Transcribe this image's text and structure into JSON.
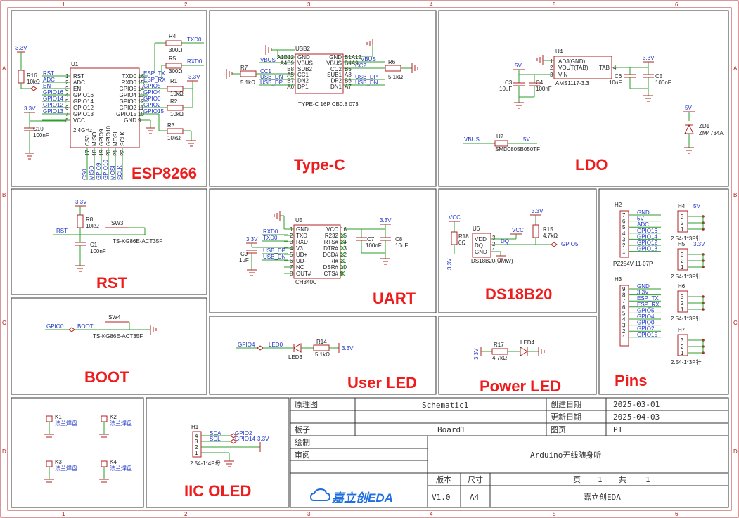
{
  "colors": {
    "border": "#b03030",
    "wire": "#2e9e2e",
    "net_label": "#1f35c8",
    "title_text": "#ee1c1c",
    "component": "#b02020",
    "text": "#222222"
  },
  "grid": {
    "columns": [
      "1",
      "2",
      "3",
      "4",
      "5",
      "6"
    ],
    "rows": [
      "A",
      "B",
      "C",
      "D"
    ]
  },
  "sections": {
    "esp8266": {
      "title": "ESP8266",
      "u1": "U1",
      "left_pins": [
        "RST",
        "ADC",
        "EN",
        "GPIO16",
        "GPIO14",
        "GPIO12",
        "GPIO13",
        "VCC"
      ],
      "left_nums": [
        "1",
        "2",
        "3",
        "4",
        "5",
        "6",
        "7",
        "8"
      ],
      "right_pins": [
        "TXD0",
        "RXD0",
        "GPIO5",
        "GPIO4",
        "GPIO0",
        "GPIO2",
        "GPIO15",
        "GND"
      ],
      "right_nums": [
        "16",
        "15",
        "14",
        "13",
        "12",
        "11",
        "10",
        "9"
      ],
      "bottom_pins": [
        "CS0",
        "MISO",
        "GPIO9",
        "GPIO10",
        "MOSI",
        "SCLK"
      ],
      "bottom_nums": [
        "17",
        "18",
        "19",
        "20",
        "21",
        "22"
      ],
      "freq": "2.4GHz",
      "left_nets": [
        "RST",
        "ADC",
        "EN",
        "GPIO16",
        "GPIO14",
        "GPIO12",
        "GPIO13"
      ],
      "right_nets": [
        "ESP_TX",
        "ESP_RX",
        "GPIO5",
        "GPIO4",
        "GPIO0",
        "GPIO2",
        "GPIO15"
      ],
      "bottom_nets": [
        "CS0",
        "MISO",
        "GPIO9",
        "GPIO10",
        "MOSI",
        "SCLK"
      ],
      "r4": "R4",
      "r4v": "300Ω",
      "txd0": "TXD0",
      "r5": "R5",
      "r5v": "300Ω",
      "rxd0": "RXD0",
      "r1": "R1",
      "r1v": "10kΩ",
      "r2": "R2",
      "r2v": "10kΩ",
      "r3": "R3",
      "r3v": "10kΩ",
      "r16": "R16",
      "r16v": "10kΩ",
      "c10": "C10",
      "c10v": "100nF",
      "v33": "3.3V"
    },
    "typec": {
      "title": "Type-C",
      "usb": "USB2",
      "left_pins": [
        "GND",
        "VBUS",
        "SUB2",
        "CC1",
        "DN2",
        "DP1"
      ],
      "left_nums": [
        "A1B12",
        "A4B9",
        "B8",
        "A5",
        "B7",
        "A6"
      ],
      "right_pins": [
        "GND",
        "VBUS",
        "CC2",
        "SUB1",
        "DP2",
        "DN1"
      ],
      "right_nums": [
        "B1A12",
        "B4A9",
        "B5",
        "A8",
        "B6",
        "A7"
      ],
      "left_nets": [
        "VBUS",
        "CC1",
        "USB_DN",
        "USB_DP"
      ],
      "right_nets": [
        "VBUS",
        "CC2",
        "USB_DP",
        "USB_DN"
      ],
      "r7": "R7",
      "r7v": "5.1kΩ",
      "r6": "R6",
      "r6v": "5.1kΩ",
      "part": "TYPE-C 16P CB0.8 073"
    },
    "ldo": {
      "title": "LDO",
      "u4": "U4",
      "pins": [
        "ADJ(GND)",
        "VOUT(TAB)",
        "VIN",
        "TAB"
      ],
      "nums": [
        "1",
        "2",
        "3",
        "4"
      ],
      "part": "AMS1117-3.3",
      "v5": "5V",
      "v33": "3.3V",
      "c3": "C3",
      "c3v": "10uF",
      "c4": "C4",
      "c4v": "100nF",
      "c6": "C6",
      "c6v": "10uF",
      "c5": "C5",
      "c5v": "100nF",
      "vbus": "VBUS",
      "u7": "U7",
      "u7part": "SMD0805B050TF",
      "zd1": "ZD1",
      "zd1part": "ZM4734A"
    },
    "rst": {
      "title": "RST",
      "v33": "3.3V",
      "r8": "R8",
      "r8v": "10kΩ",
      "sw": "SW3",
      "part": "TS-KG86E-ACT35F",
      "net": "RST",
      "c1": "C1",
      "c1v": "100nF"
    },
    "uart": {
      "title": "UART",
      "u5": "U5",
      "left_pins": [
        "GND",
        "TXD",
        "RXD",
        "V3",
        "UD+",
        "UD-",
        "NC",
        "OUT#"
      ],
      "left_nums": [
        "1",
        "2",
        "3",
        "4",
        "5",
        "6",
        "7",
        "8"
      ],
      "right_pins": [
        "VCC",
        "R232",
        "RTS#",
        "DTR#",
        "DCD#",
        "RI#",
        "DSR#",
        "CTS#"
      ],
      "right_nums": [
        "16",
        "15",
        "14",
        "13",
        "12",
        "11",
        "10",
        "9"
      ],
      "nets": [
        "RXD0",
        "TXD0",
        "USB_DP",
        "USB_DN"
      ],
      "v33a": "3.3V",
      "v33b": "3.3V",
      "c9": "C9",
      "c9v": "1uF",
      "c7": "C7",
      "c7v": "100nF",
      "c8": "C8",
      "c8v": "10uF",
      "part": "CH340C"
    },
    "ds18b20": {
      "title": "DS18B20",
      "vcc": "VCC",
      "vcc2": "VCC",
      "v33": "3.3V",
      "v33b": "3.3V",
      "r18": "R18",
      "r18v": "0Ω",
      "u6": "U6",
      "pins": [
        "VDD",
        "DQ",
        "GND"
      ],
      "nums": [
        "3",
        "2",
        "1"
      ],
      "part": "DS18B20(UMW)",
      "r15": "R15",
      "r15v": "4.7kΩ",
      "dq": "DQ",
      "gpio": "GPIO5"
    },
    "pins": {
      "title": "Pins",
      "h2": "H2",
      "h2_nums": [
        "7",
        "6",
        "5",
        "4",
        "3",
        "2",
        "1"
      ],
      "h2_nets": [
        "GND",
        "5V",
        "ADC",
        "GPIO16",
        "GPIO14",
        "GPIO12",
        "GPIO13"
      ],
      "h2_part": "PZ254V-11-07P",
      "h3": "H3",
      "h3_nums": [
        "9",
        "8",
        "7",
        "6",
        "5",
        "4",
        "3",
        "2",
        "1"
      ],
      "h3_nets": [
        "GND",
        "3.3V",
        "ESP_TX",
        "ESP_RX",
        "GPIO5",
        "GPIO4",
        "GPIO0",
        "GPIO2",
        "GPIO15"
      ],
      "h4": "H4",
      "h5": "H5",
      "h6": "H6",
      "h7": "H7",
      "h4v": "5V",
      "h5v": "3.3V",
      "hpart": "2.54-1*3P针",
      "hnums": [
        "3",
        "2",
        "1"
      ]
    },
    "boot": {
      "title": "BOOT",
      "gpio": "GPIO0",
      "net": "BOOT",
      "sw": "SW4",
      "part": "TS-KG86E-ACT35F"
    },
    "userled": {
      "title": "User LED",
      "gpio": "GPIO4",
      "net": "LED0",
      "led": "LED3",
      "r": "R14",
      "rv": "5.1kΩ",
      "v33": "3.3V"
    },
    "powerled": {
      "title": "Power LED",
      "v33": "3.3V",
      "r": "R17",
      "rv": "4.7kΩ",
      "led": "LED4"
    },
    "mount": {
      "items": [
        "K1",
        "K2",
        "K3",
        "K4"
      ],
      "label": "法兰焊盘"
    },
    "oled": {
      "title": "IIC OLED",
      "h1": "H1",
      "pins": [
        "SDA",
        "SCL",
        "",
        ""
      ],
      "nums": [
        "4",
        "3",
        "2",
        "1"
      ],
      "nets": [
        "GPIO2",
        "GPIO14"
      ],
      "v33": "3.3V",
      "part": "2.54-1*4P母"
    }
  },
  "title_block": {
    "r1_label": "原理图",
    "r1_value": "Schematic1",
    "created_label": "创建日期",
    "created_value": "2025-03-01",
    "updated_label": "更新日期",
    "updated_value": "2025-04-03",
    "board_label": "板子",
    "board_value": "Board1",
    "sheet_label": "图页",
    "sheet_value": "P1",
    "drawn_label": "绘制",
    "review_label": "审阅",
    "project": "Arduino无线随身听",
    "logo": "嘉立创EDA",
    "version_label": "版本",
    "size_label": "尺寸",
    "version_value": "V1.0",
    "size_value": "A4",
    "page_label": "页",
    "page_num": "1",
    "total_label": "共",
    "total_num": "1",
    "company": "嘉立创EDA"
  }
}
